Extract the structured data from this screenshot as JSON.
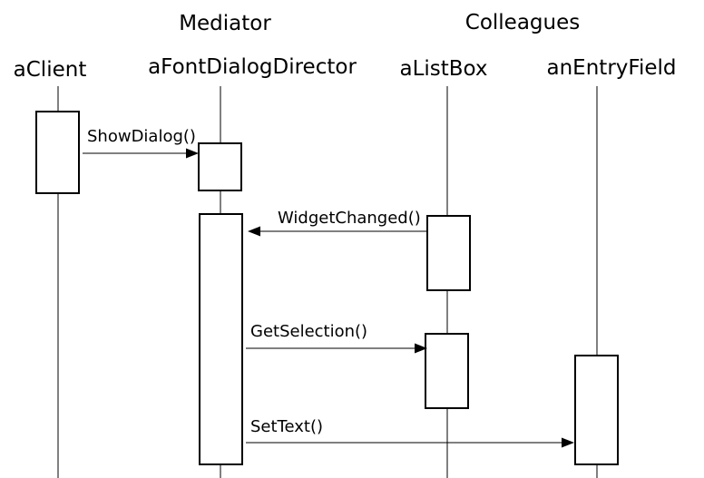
{
  "groups": {
    "mediator": "Mediator",
    "colleagues": "Colleagues"
  },
  "objects": {
    "client": "aClient",
    "director": "aFontDialogDirector",
    "listbox": "aListBox",
    "entryfield": "anEntryField"
  },
  "messages": {
    "show_dialog": "ShowDialog()",
    "widget_changed": "WidgetChanged()",
    "get_selection": "GetSelection()",
    "set_text": "SetText()"
  },
  "colors": {
    "line": "#000000",
    "background": "#ffffff"
  }
}
